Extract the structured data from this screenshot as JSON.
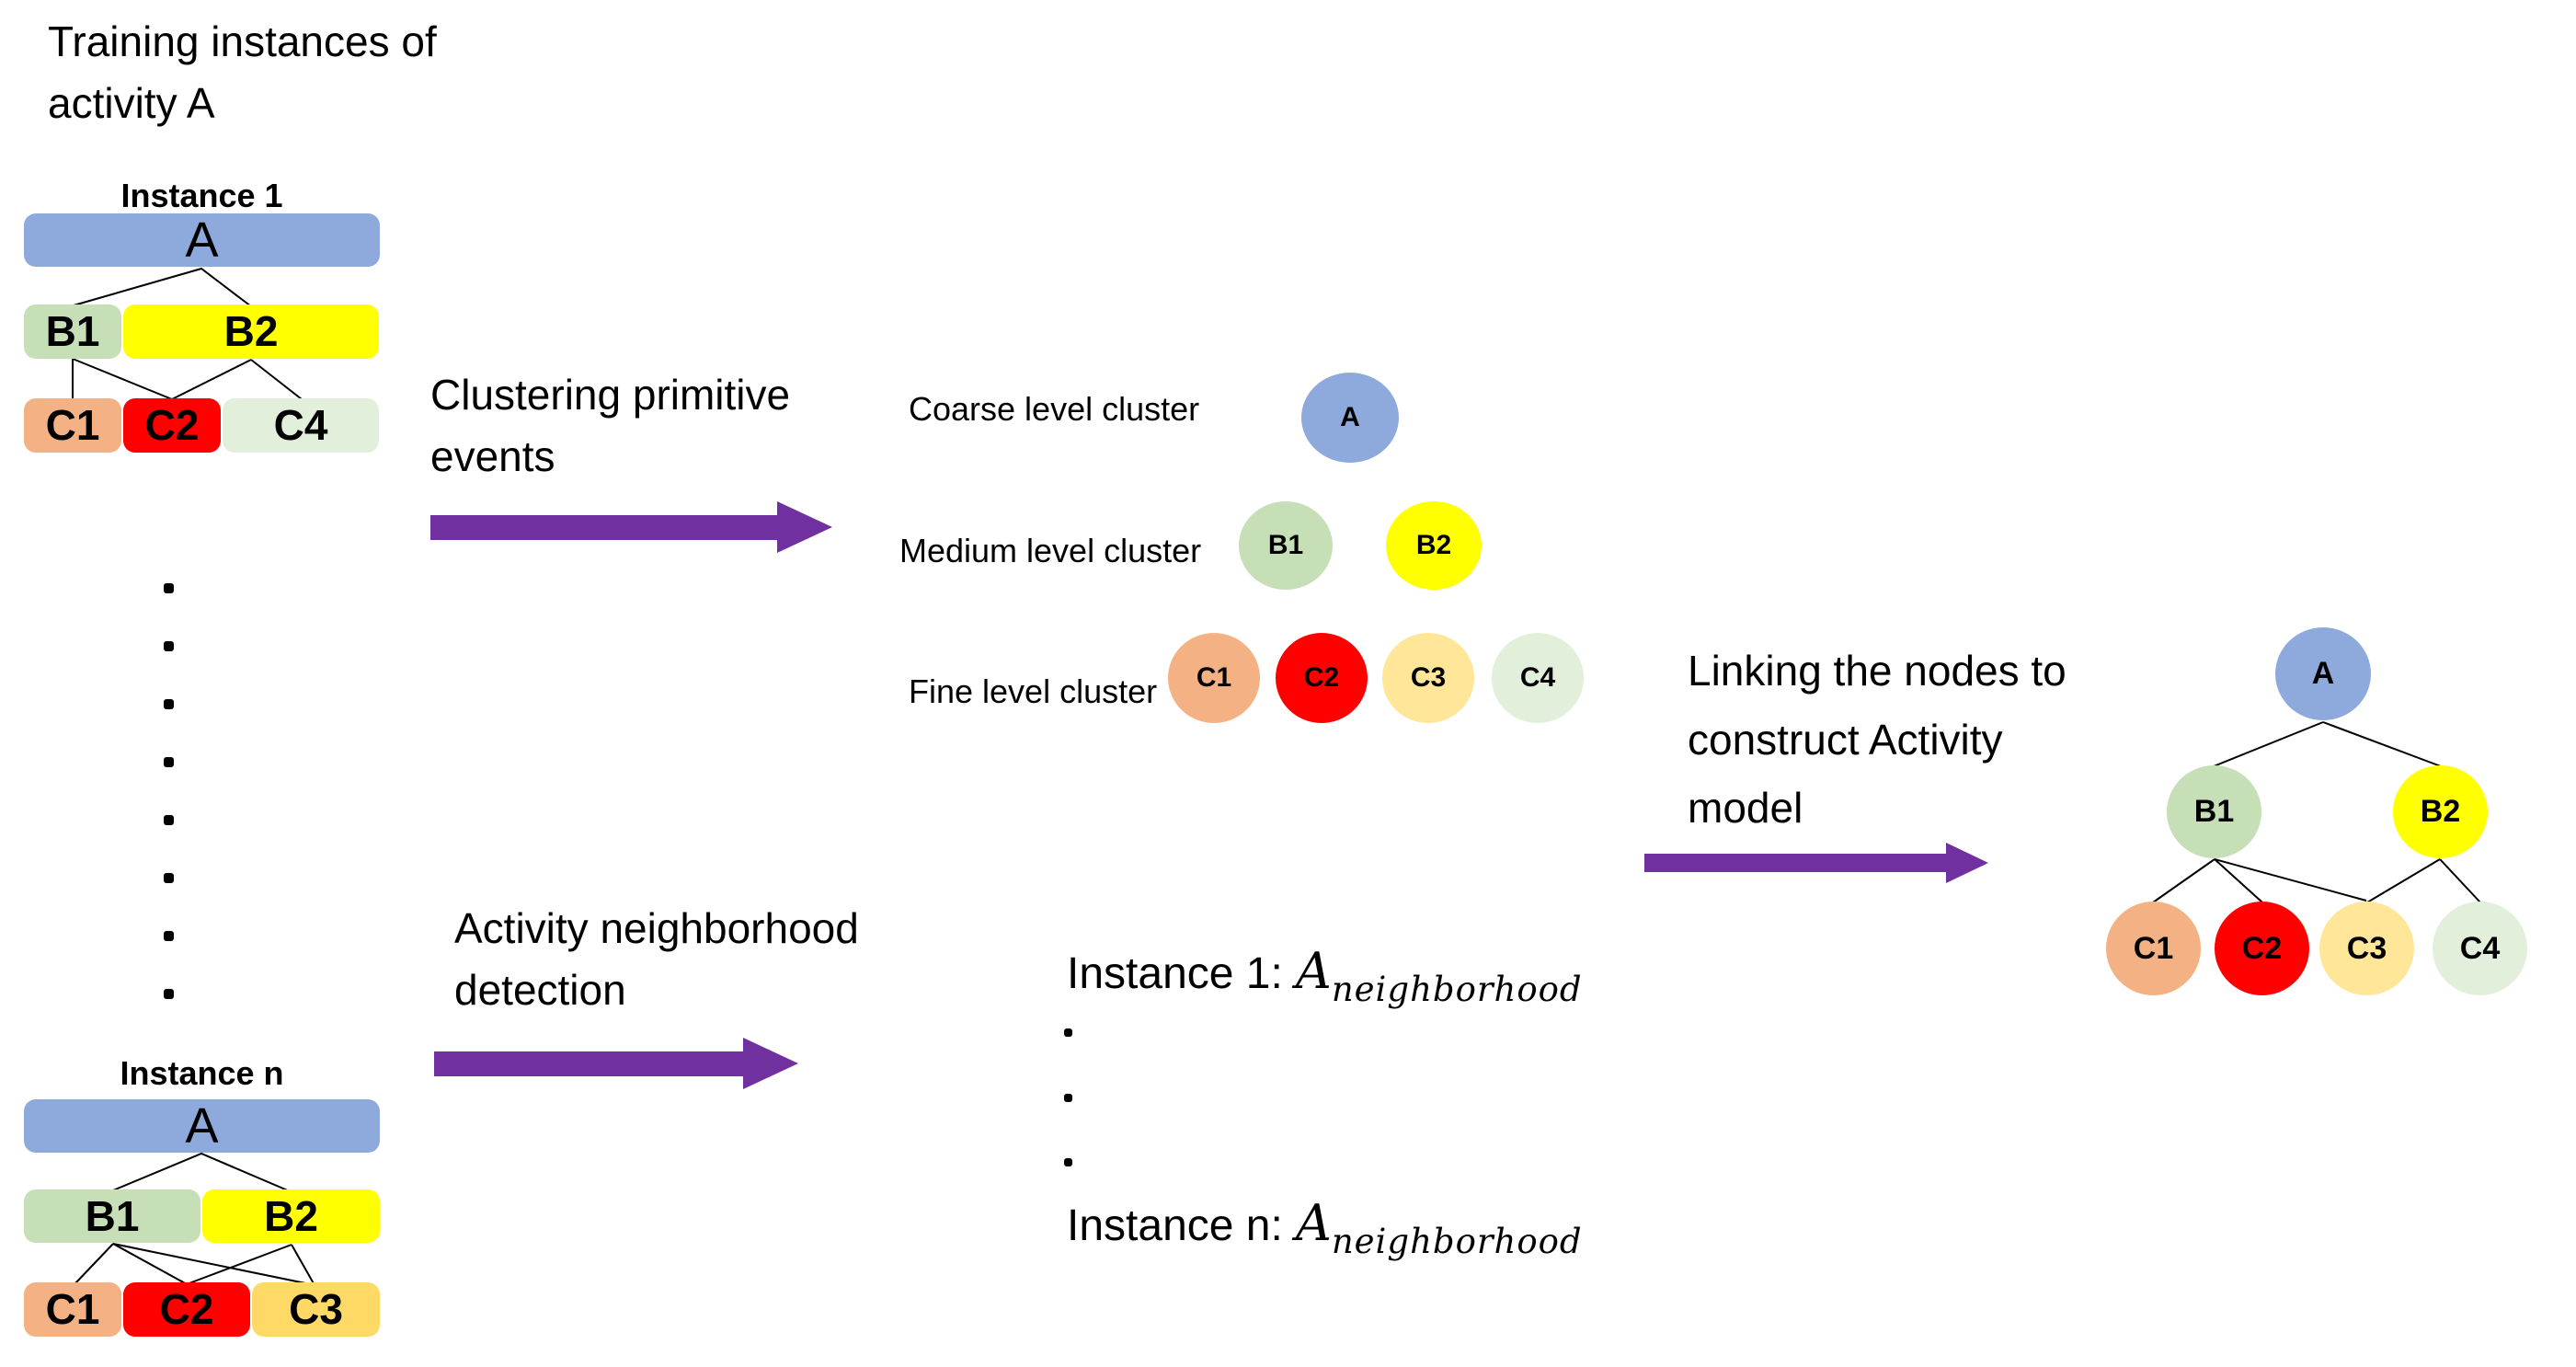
{
  "palette": {
    "blue": "#8EA9DB",
    "green": "#C6DFB6",
    "yellow": "#FFFF00",
    "orange": "#F4B183",
    "red": "#FF0000",
    "gold": "#FFD966",
    "light_gold": "#FFE699",
    "pale_green": "#E2EFDA",
    "arrow_purple": "#7030A0"
  },
  "left": {
    "heading": "Training instances of activity A",
    "instance1": {
      "title": "Instance 1",
      "a": "A",
      "b1": "B1",
      "b2": "B2",
      "c1": "C1",
      "c2": "C2",
      "c4": "C4",
      "edges": [
        [
          "A",
          "B1"
        ],
        [
          "A",
          "B2"
        ],
        [
          "B1",
          "C1"
        ],
        [
          "B1",
          "C2"
        ],
        [
          "B2",
          "C2"
        ],
        [
          "B2",
          "C4"
        ]
      ]
    },
    "instance_n": {
      "title": "Instance n",
      "a": "A",
      "b1": "B1",
      "b2": "B2",
      "c1": "C1",
      "c2": "C2",
      "c3": "C3",
      "edges": [
        [
          "A",
          "B1"
        ],
        [
          "A",
          "B2"
        ],
        [
          "B1",
          "C1"
        ],
        [
          "B1",
          "C2"
        ],
        [
          "B1",
          "C3"
        ],
        [
          "B2",
          "C2"
        ],
        [
          "B2",
          "C3"
        ]
      ]
    }
  },
  "steps": {
    "clustering": "Clustering primitive events",
    "neighborhood": "Activity neighborhood detection",
    "linking": "Linking the nodes to construct Activity model"
  },
  "clusters": {
    "coarse_label": "Coarse level cluster",
    "medium_label": "Medium level cluster",
    "fine_label": "Fine level cluster",
    "a": "A",
    "b1": "B1",
    "b2": "B2",
    "c1": "C1",
    "c2": "C2",
    "c3": "C3",
    "c4": "C4"
  },
  "neighborhoods": {
    "first_prefix": "Instance 1:",
    "last_prefix": "Instance n:",
    "symbol": "A",
    "subscript": "neighborhood"
  },
  "model": {
    "a": "A",
    "b1": "B1",
    "b2": "B2",
    "c1": "C1",
    "c2": "C2",
    "c3": "C3",
    "c4": "C4",
    "edges": [
      [
        "A",
        "B1"
      ],
      [
        "A",
        "B2"
      ],
      [
        "B1",
        "C1"
      ],
      [
        "B1",
        "C2"
      ],
      [
        "B1",
        "C3"
      ],
      [
        "B2",
        "C3"
      ],
      [
        "B2",
        "C4"
      ]
    ]
  }
}
